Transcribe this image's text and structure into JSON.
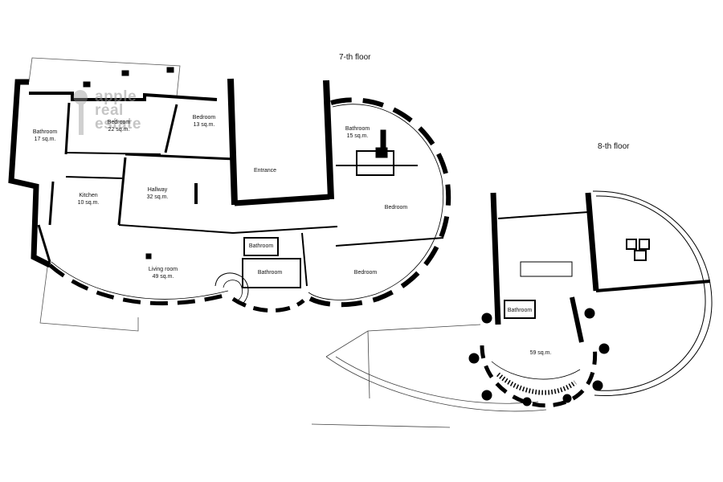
{
  "floors": {
    "seventh": "7-th floor",
    "eighth": "8-th floor"
  },
  "rooms": {
    "bathroom_17": {
      "name": "Bathroom",
      "area": "17 sq.m."
    },
    "bedroom_22": {
      "name": "Bedroom",
      "area": "22 sq.m."
    },
    "bedroom_13": {
      "name": "Bedroom",
      "area": "13 sq.m."
    },
    "hallway": {
      "name": "Hallway",
      "area": "32 sq.m."
    },
    "kitchen": {
      "name": "Kitchen",
      "area": "10 sq.m."
    },
    "living_room": {
      "name": "Living room",
      "area": "49 sq.m."
    },
    "entrance": {
      "name": "Entrance"
    },
    "bathroom_15": {
      "name": "Bathroom",
      "area": "15 sq.m."
    },
    "bedroom_east": {
      "name": "Bedroom"
    },
    "bathroom_small": {
      "name": "Bathroom"
    },
    "bathroom_mid": {
      "name": "Bathroom"
    },
    "bedroom_south": {
      "name": "Bedroom"
    },
    "bathroom_8th": {
      "name": "Bathroom"
    },
    "hall_8th": {
      "area": "59 sq.m."
    }
  },
  "watermark": {
    "line1": "apple",
    "line2": "real",
    "line3": "estate"
  },
  "colors": {
    "wall": "#000000",
    "line": "#333333",
    "watermark": "#969696"
  }
}
